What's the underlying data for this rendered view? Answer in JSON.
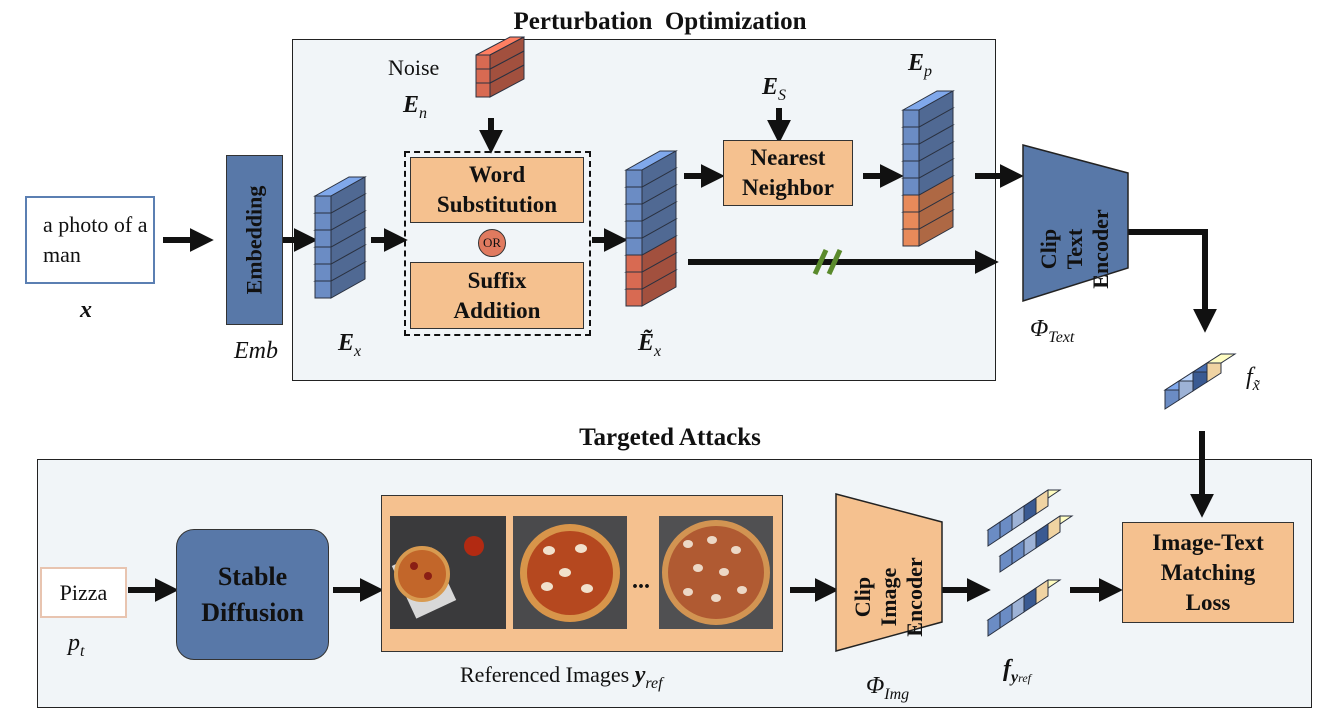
{
  "top_panel": {
    "title": "Perturbation  Optimization",
    "input_text": "a photo of a man",
    "input_symbol": "x",
    "embedding_label": "Embedding",
    "emb_symbol": "Emb",
    "ex_symbol": "E",
    "ex_sub": "x",
    "noise_label": "Noise",
    "en_symbol": "E",
    "en_sub": "n",
    "word_sub_label": "Word Substitution",
    "or_label": "OR",
    "suffix_label": "Suffix Addition",
    "extilde_symbol": "Ẽ",
    "extilde_sub": "x",
    "es_symbol": "E",
    "es_sub": "S",
    "nearest_label": "Nearest Neighbor",
    "ep_symbol": "E",
    "ep_sub": "p",
    "clip_text_label_1": "Clip",
    "clip_text_label_2": "Text",
    "clip_text_label_3": "Encoder",
    "phi_text": "Φ",
    "phi_text_sub": "Text",
    "f_symbol": "f",
    "f_sub": "x̃"
  },
  "bottom_panel": {
    "title": "Targeted Attacks",
    "prompt_text": "Pizza",
    "pt_symbol": "p",
    "pt_sub": "t",
    "sd_label_1": "Stable",
    "sd_label_2": "Diffusion",
    "ellipsis": "...",
    "ref_images_label": "Referenced Images ",
    "yref_symbol": "y",
    "yref_sub": "ref",
    "clip_img_label_1": "Clip",
    "clip_img_label_2": "Image",
    "clip_img_label_3": "Encoder",
    "phi_img": "Φ",
    "phi_img_sub": "Img",
    "fy_symbol": "f",
    "fy_sub": "y",
    "fy_subsub": "ref",
    "loss_label": "Image-Text Matching Loss"
  },
  "colors": {
    "blue_block": "#6b8cc4",
    "dark_blue_block": "#3e5f99",
    "orange_block": "#e88a5a",
    "red_block": "#d86a52",
    "orange_box": "#f5c18f",
    "blue_box": "#5878a8",
    "panel_bg": "#f1f5f8",
    "cut_mark": "#5a8a2c"
  }
}
